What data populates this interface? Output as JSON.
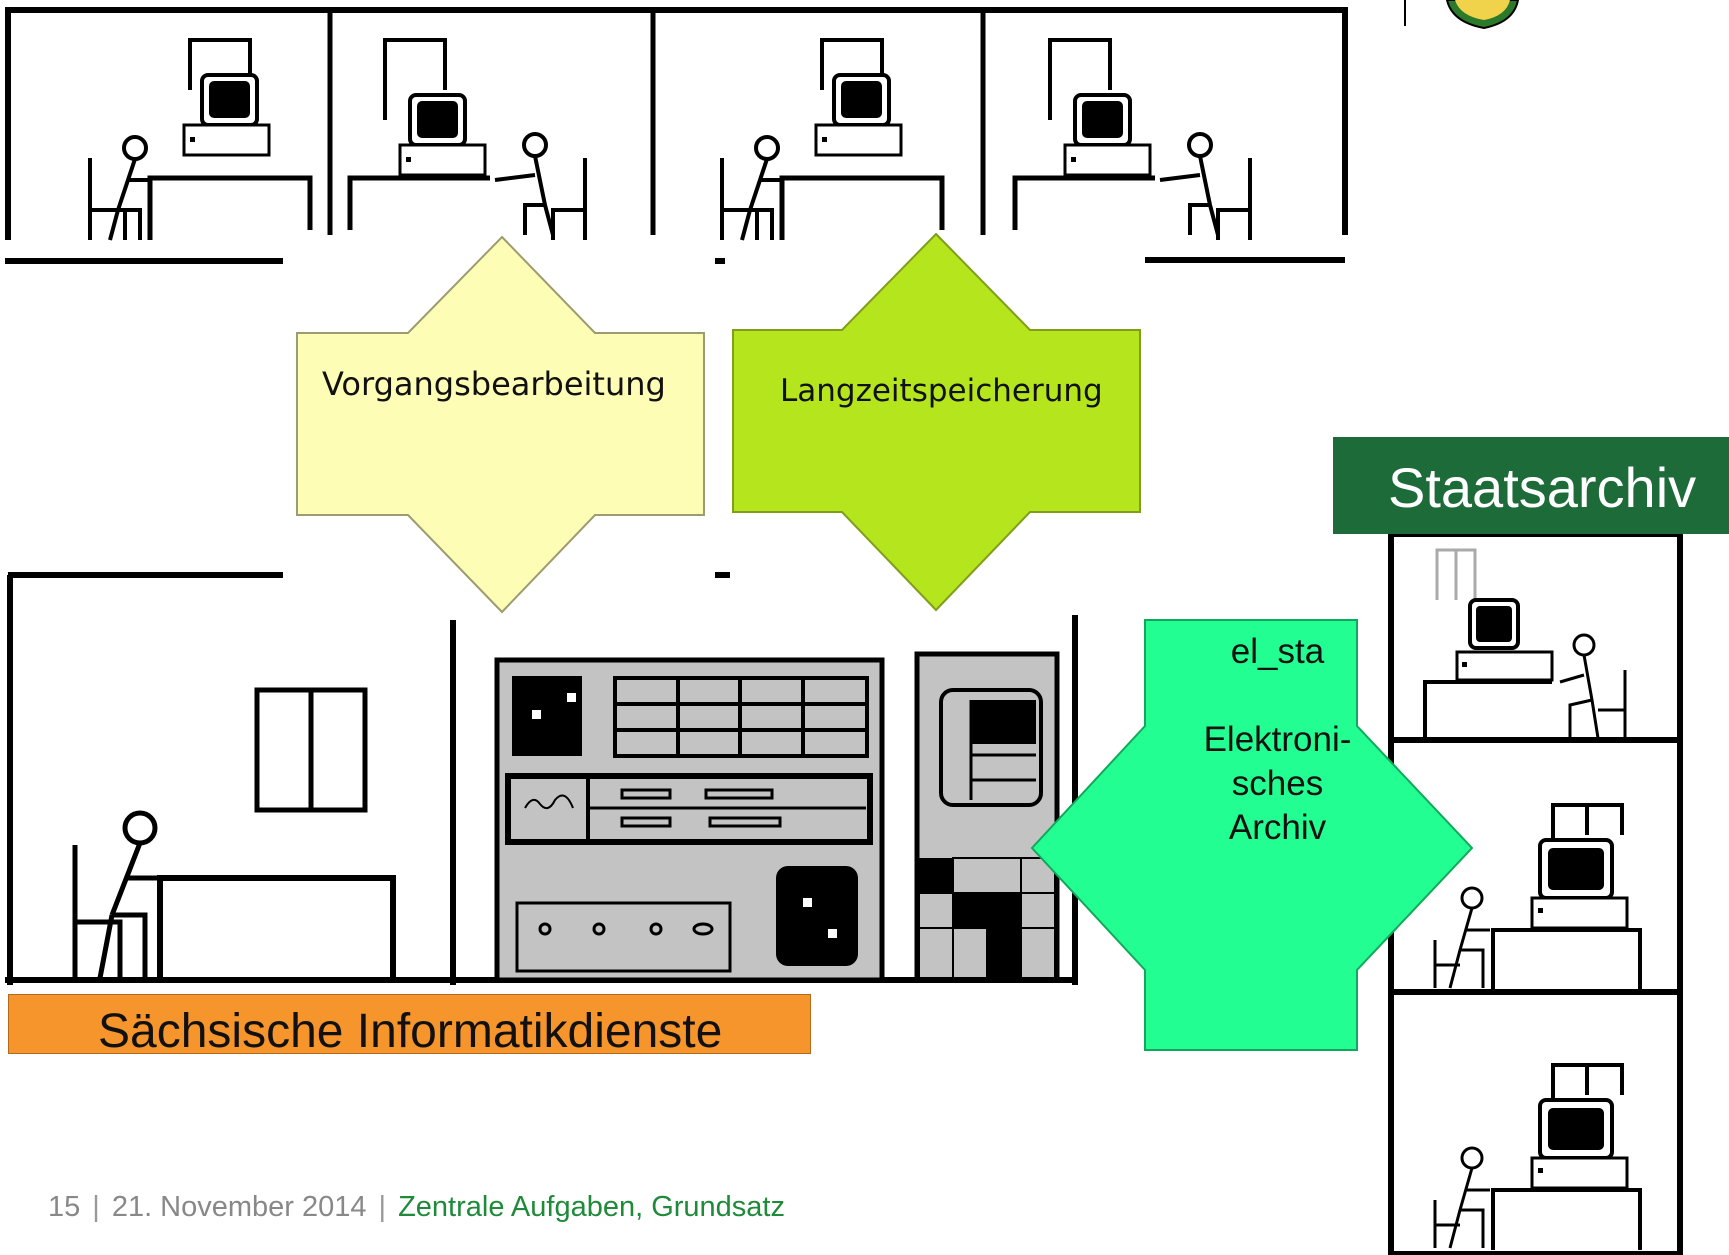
{
  "diagram": {
    "process_arrow_label": "Vorgangsbearbeitung",
    "storage_arrow_label": "Langzeitspeicherung",
    "archive_header": "Staatsarchiv",
    "provider_label": "Sächsische Informatikdienste",
    "archive_system": {
      "name": "el_sta",
      "desc_line1": "Elektroni-",
      "desc_line2": "sches",
      "desc_line3": "Archiv"
    }
  },
  "footer": {
    "page_number": "15",
    "date": "21. November 2014",
    "topic": "Zentrale Aufgaben, Grundsatz"
  },
  "colors": {
    "process_arrow": "#fdfdb6",
    "storage_arrow": "#b5e61d",
    "archive_arrow": "#22fe91",
    "archive_header": "#1e6b3a",
    "provider_bar": "#f7952d",
    "server_grey": "#c3c3c3",
    "footer_topic": "#1e8a3a"
  }
}
